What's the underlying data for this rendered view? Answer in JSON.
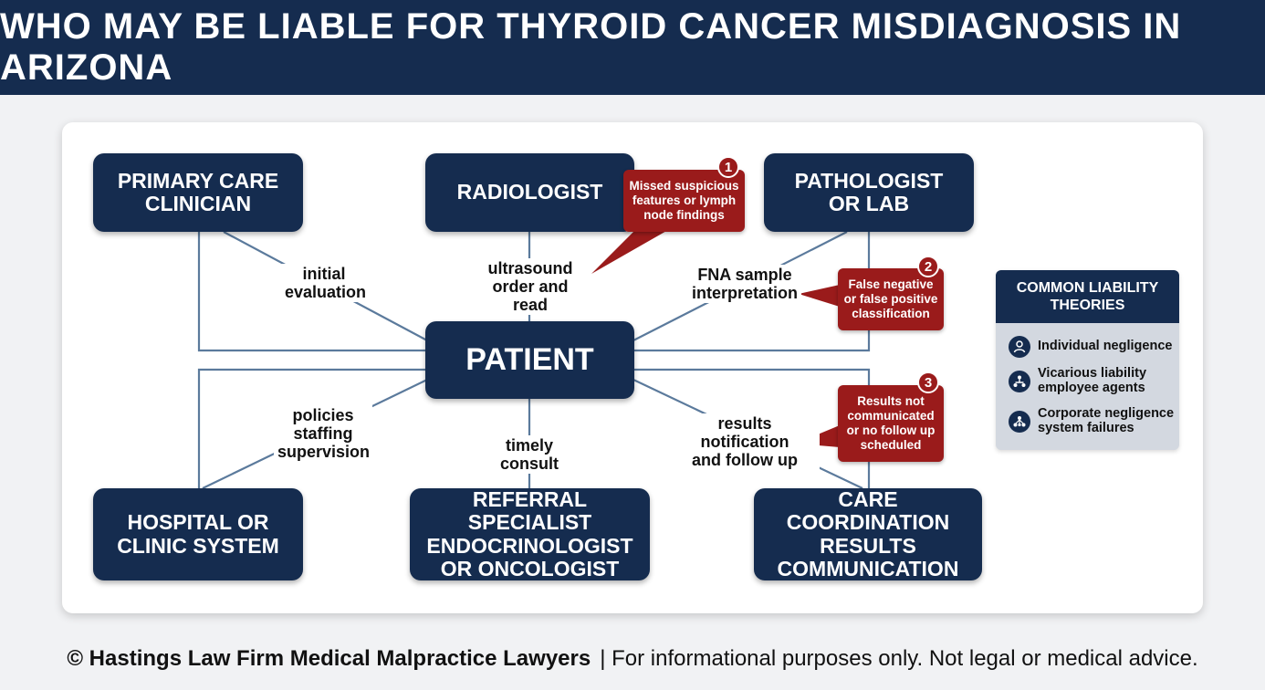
{
  "title": "WHO MAY BE LIABLE FOR THYROID CANCER MISDIAGNOSIS IN ARIZONA",
  "nodes": {
    "primary_care": "PRIMARY CARE\nCLINICIAN",
    "radiologist": "RADIOLOGIST",
    "pathologist": "PATHOLOGIST\nOR LAB",
    "patient": "PATIENT",
    "hospital": "HOSPITAL OR\nCLINIC SYSTEM",
    "referral": "REFERRAL SPECIALIST\nENDOCRINOLOGIST\nOR ONCOLOGIST",
    "care_coordination": "CARE COORDINATION\nRESULTS\nCOMMUNICATION"
  },
  "connector_labels": {
    "primary_care": "initial\nevaluation",
    "radiologist": "ultrasound\norder and read",
    "pathologist": "FNA sample\ninterpretation",
    "hospital": "policies\nstaffing\nsupervision",
    "referral": "timely consult",
    "care_coordination": "results notification\nand follow up"
  },
  "callouts": [
    {
      "number": "1",
      "text": "Missed suspicious\nfeatures or lymph\nnode findings"
    },
    {
      "number": "2",
      "text": "False negative\nor false positive\nclassification"
    },
    {
      "number": "3",
      "text": "Results not\ncommunicated\nor no follow up\nscheduled"
    }
  ],
  "legend": {
    "title": "COMMON LIABILITY\nTHEORIES",
    "items": [
      {
        "text": "Individual negligence",
        "icon": "person-icon"
      },
      {
        "text": "Vicarious liability\nemployee agents",
        "icon": "hierarchy-icon"
      },
      {
        "text": "Corporate negligence\nsystem failures",
        "icon": "network-icon"
      }
    ]
  },
  "footer": {
    "firm": "© Hastings Law Firm Medical Malpractice Lawyers",
    "disclaimer": "| For informational purposes only. Not legal or medical advice."
  },
  "colors": {
    "navy": "#152c4f",
    "callout_red": "#9a1b1b",
    "connector": "#5b7a9c"
  }
}
